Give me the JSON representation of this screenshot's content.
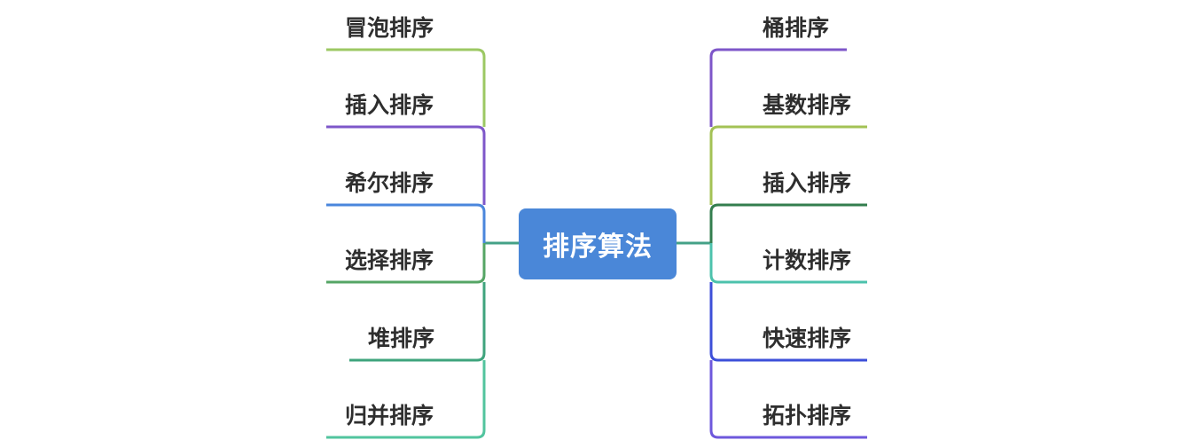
{
  "app": {
    "background_color": "#FFFFFF"
  },
  "center": {
    "label": "排序算法",
    "fill_color": "#4A87D8",
    "text_color": "#FFFFFF"
  },
  "connectors": {
    "color": "#44A187"
  },
  "branch_text_color": "#2E2E2E",
  "left_branches": [
    {
      "label": "冒泡排序",
      "color": "#9CC863"
    },
    {
      "label": "插入排序",
      "color": "#7E57C9"
    },
    {
      "label": "希尔排序",
      "color": "#4A86DC"
    },
    {
      "label": "选择排序",
      "color": "#55A565"
    },
    {
      "label": "堆排序",
      "color": "#3FA47D"
    },
    {
      "label": "归并排序",
      "color": "#52C49E"
    }
  ],
  "right_branches": [
    {
      "label": "桶排序",
      "color": "#7E56C9"
    },
    {
      "label": "基数排序",
      "color": "#A3C255"
    },
    {
      "label": "插入排序",
      "color": "#337E4E"
    },
    {
      "label": "计数排序",
      "color": "#4CC2AC"
    },
    {
      "label": "快速排序",
      "color": "#3D4FD9"
    },
    {
      "label": "拓扑排序",
      "color": "#6E58DC"
    }
  ]
}
